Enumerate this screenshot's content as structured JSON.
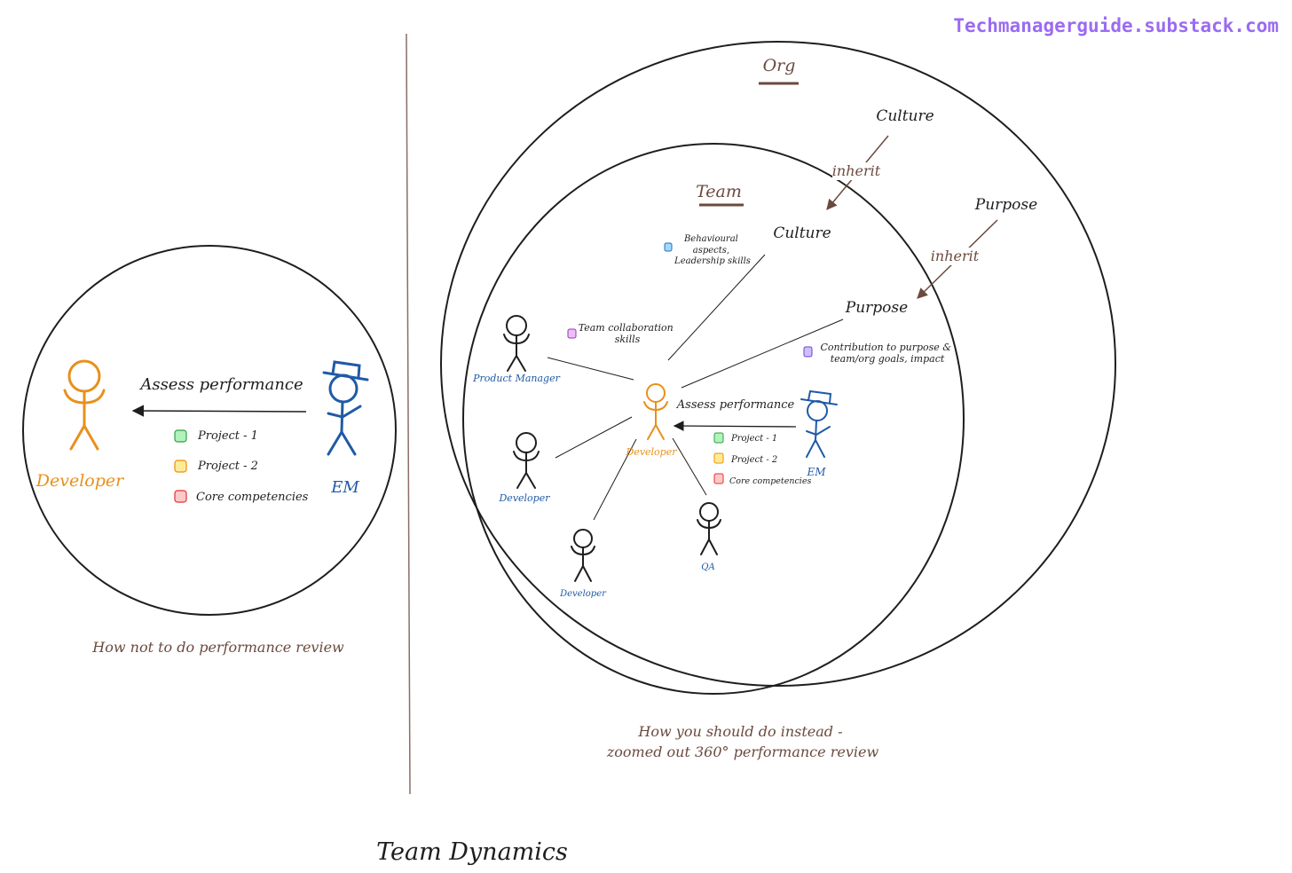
{
  "watermark": "Techmanagerguide.substack.com",
  "colors": {
    "ink": "#1e1e1e",
    "brown": "#6b4a3e",
    "orange": "#e8901c",
    "blue": "#1f5aa6",
    "purple_watermark": "#9b6bf2",
    "green_fill": "#b2f2bb",
    "green_stroke": "#2f9e44",
    "yellow_fill": "#ffec99",
    "yellow_stroke": "#f08c00",
    "red_fill": "#ffc9c9",
    "red_stroke": "#e03131",
    "blue_fill": "#a5d8ff",
    "blue_stroke": "#1971c2",
    "magenta_fill": "#eebefa",
    "magenta_stroke": "#9c36b5",
    "violet_fill": "#d0bfff",
    "violet_stroke": "#6741d9"
  },
  "left": {
    "assess": "Assess performance",
    "developer": "Developer",
    "em": "EM",
    "items": [
      "Project - 1",
      "Project - 2",
      "Core competencies"
    ],
    "caption": "How not to do performance review"
  },
  "right": {
    "org_title": "Org",
    "team_title": "Team",
    "org_culture": "Culture",
    "org_purpose": "Purpose",
    "inherit_1": "inherit",
    "inherit_2": "inherit",
    "team_culture": "Culture",
    "team_purpose": "Purpose",
    "behavioural": [
      "Behavioural",
      "aspects,",
      "Leadership skills"
    ],
    "collab": [
      "Team collaboration",
      "skills"
    ],
    "contribution": [
      "Contribution to purpose &",
      "team/org goals, impact"
    ],
    "assess": "Assess performance",
    "items": [
      "Project - 1",
      "Project - 2",
      "Core competencies"
    ],
    "developer": "Developer",
    "em": "EM",
    "product_manager": "Product Manager",
    "developer_2": "Developer",
    "developer_3": "Developer",
    "qa": "QA",
    "caption": [
      "How you should do instead -",
      "zoomed out 360° performance review"
    ]
  },
  "title": "Team Dynamics"
}
